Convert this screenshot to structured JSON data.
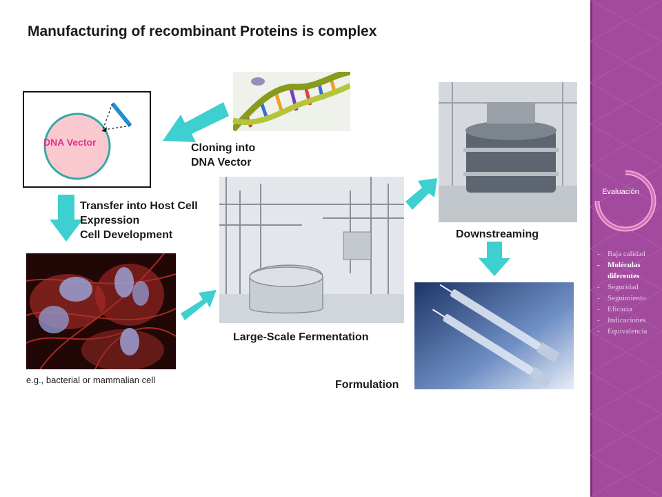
{
  "slide": {
    "title": "Manufacturing of recombinant Proteins is complex",
    "dna_vector_label": "DNA Vector",
    "cloning_label_line1": "Cloning into",
    "cloning_label_line2": "DNA Vector",
    "transfer_label_line1": "Transfer into Host Cell",
    "transfer_label_line2": "Expression",
    "transfer_label_line3": "Cell Development",
    "cell_caption": "e.g., bacterial or mammalian cell",
    "fermentation_label": "Large-Scale Fermentation",
    "downstreaming_label": "Downstreaming",
    "formulation_label": "Formulation"
  },
  "sidebar": {
    "ring_label": "Evaluación",
    "items": [
      {
        "label": "Baja calidad",
        "active": false
      },
      {
        "label": "Moléculas diferentes",
        "active": true
      },
      {
        "label": "Seguridad",
        "active": false
      },
      {
        "label": "Seguimiento",
        "active": false
      },
      {
        "label": "Eficacia",
        "active": false
      },
      {
        "label": "Indicaciones",
        "active": false
      },
      {
        "label": "Equivalencia",
        "active": false
      }
    ]
  },
  "colors": {
    "arrow": "#3ecfd0",
    "accent_magenta": "#e0318f",
    "sidebar": "#a24b9e",
    "circle_fill": "#f9c9cf",
    "circle_stroke": "#3aa6a6"
  },
  "icons": {
    "dna": "dna-helix-image",
    "cell": "cell-microscopy-image",
    "fermenter": "fermentation-plant-image",
    "downstream": "downstream-vessel-image",
    "syringe": "syringe-image"
  }
}
